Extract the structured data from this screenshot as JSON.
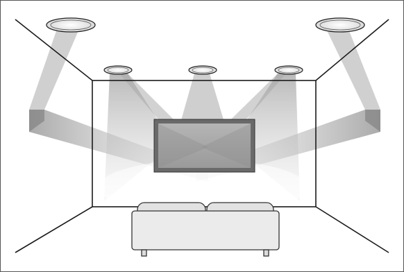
{
  "colors": {
    "background": "#ffffff",
    "line": "#1a1a1a",
    "beam": "#9a9a9a",
    "beam_dark": "#6e6e6e",
    "tv_frame": "#6a6a6a",
    "tv_screen": "#a8a8a8",
    "sofa_fill": "#e6e6e6",
    "sofa_stroke": "#333333"
  },
  "scene": {
    "objects": {
      "ceiling_speakers_large": 2,
      "ceiling_speakers_small": 3,
      "television": 1,
      "sofa": 1
    },
    "icons": [
      "ceiling-speaker-icon",
      "television-icon",
      "sofa-icon",
      "sound-beam-icon"
    ]
  }
}
